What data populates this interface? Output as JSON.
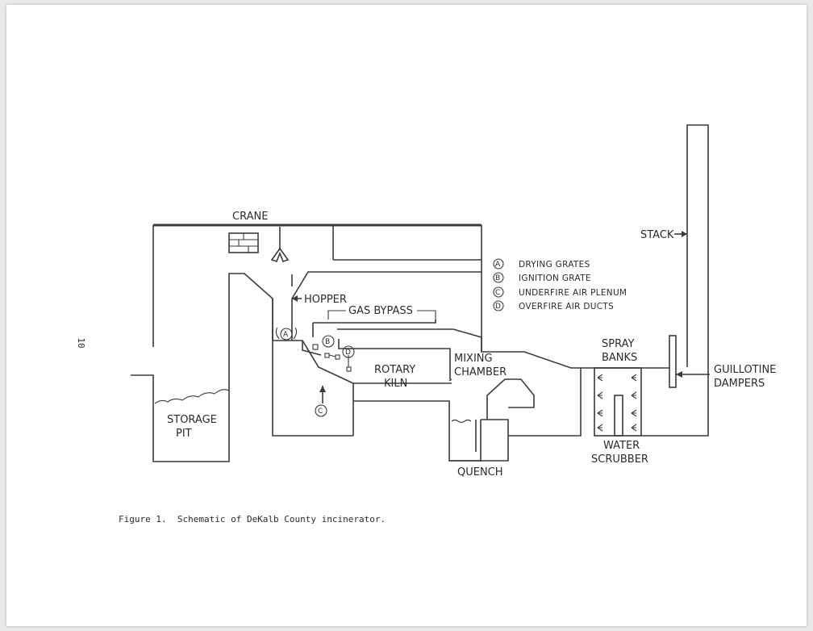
{
  "page_number": "10",
  "labels": {
    "crane": "CRANE",
    "hopper": "HOPPER",
    "gas_bypass": "GAS BYPASS",
    "rotary_1": "ROTARY",
    "rotary_2": "KILN",
    "mixing_1": "MIXING",
    "mixing_2": "CHAMBER",
    "storage_1": "STORAGE",
    "storage_2": "PIT",
    "quench": "QUENCH",
    "spray_1": "SPRAY",
    "spray_2": "BANKS",
    "water_1": "WATER",
    "water_2": "SCRUBBER",
    "stack": "STACK",
    "guillotine_1": "GUILLOTINE",
    "guillotine_2": "DAMPERS"
  },
  "legend": [
    {
      "mark": "A",
      "text": "DRYING GRATES"
    },
    {
      "mark": "B",
      "text": "IGNITION GRATE"
    },
    {
      "mark": "C",
      "text": "UNDERFIRE AIR PLENUM"
    },
    {
      "mark": "D",
      "text": "OVERFIRE AIR DUCTS"
    }
  ],
  "caption": "Figure 1.  Schematic of DeKalb County incinerator.",
  "colors": {
    "line": "#3a3a3a",
    "paper": "#ffffff"
  }
}
